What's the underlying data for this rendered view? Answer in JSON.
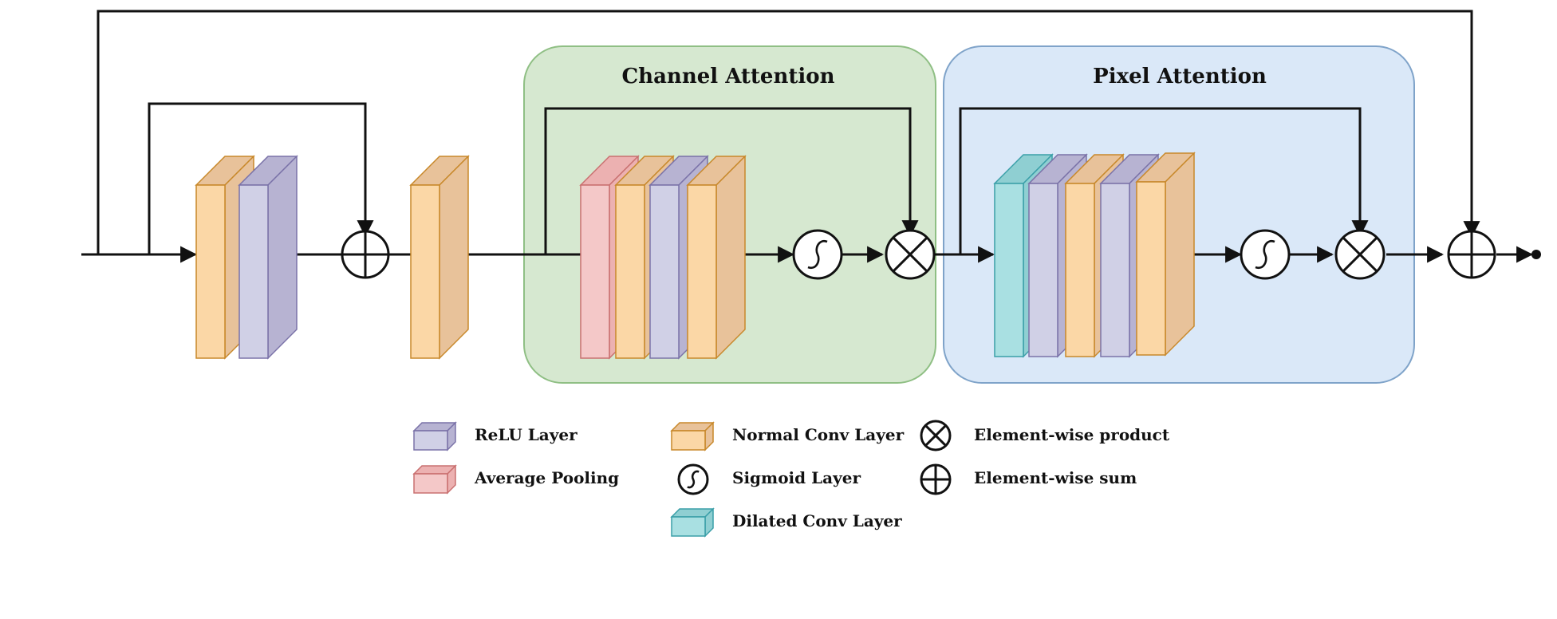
{
  "colors": {
    "relu": "#d0d0e6",
    "relu_side": "#b7b3d2",
    "relu_border": "#7a72a8",
    "avg_pool": "#f4c8c8",
    "avg_pool_side": "#ecb1b1",
    "avg_pool_border": "#c97070",
    "conv": "#fbd7a6",
    "conv_side": "#e8c29a",
    "conv_border": "#c8882a",
    "dilated": "#a9e0e2",
    "dilated_side": "#8fcfd2",
    "dilated_border": "#3a9fa8",
    "channel_bg": "#d6e8d0",
    "channel_border": "#8fbf84",
    "pixel_bg": "#dae8f8",
    "pixel_border": "#7fa3c9"
  },
  "diagram": {
    "channel_title": "Channel Attention",
    "pixel_title": "Pixel Attention",
    "layers": [
      {
        "kind": "conv",
        "name": "conv-1"
      },
      {
        "kind": "relu",
        "name": "relu-1"
      },
      {
        "kind": "conv",
        "name": "conv-2"
      },
      {
        "kind": "avg_pool",
        "name": "ca-avg-pool"
      },
      {
        "kind": "conv",
        "name": "ca-conv-1"
      },
      {
        "kind": "relu",
        "name": "ca-relu"
      },
      {
        "kind": "conv",
        "name": "ca-conv-2"
      },
      {
        "kind": "dilated",
        "name": "pa-dilated-conv"
      },
      {
        "kind": "relu",
        "name": "pa-relu-1"
      },
      {
        "kind": "conv",
        "name": "pa-conv-1"
      },
      {
        "kind": "relu",
        "name": "pa-relu-2"
      },
      {
        "kind": "conv",
        "name": "pa-conv-2"
      }
    ],
    "operators": [
      {
        "kind": "sum",
        "name": "sum-1"
      },
      {
        "kind": "sigmoid",
        "name": "ca-sigmoid"
      },
      {
        "kind": "product",
        "name": "ca-product"
      },
      {
        "kind": "sigmoid",
        "name": "pa-sigmoid"
      },
      {
        "kind": "product",
        "name": "pa-product"
      },
      {
        "kind": "sum",
        "name": "sum-final"
      }
    ]
  },
  "legend": {
    "relu": "ReLU Layer",
    "avg_pool": "Average Pooling",
    "conv": "Normal Conv Layer",
    "sigmoid": "Sigmoid Layer",
    "dilated": "Dilated Conv Layer",
    "product": "Element-wise product",
    "sum": "Element-wise sum"
  }
}
